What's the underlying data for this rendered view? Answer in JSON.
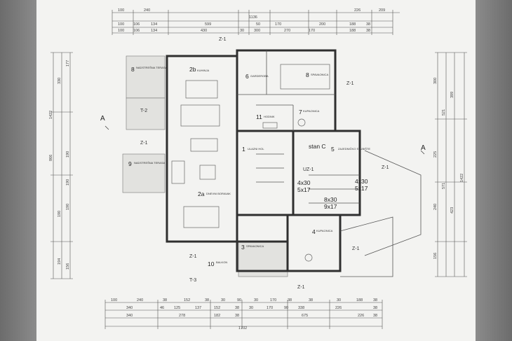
{
  "section_marks": [
    "A",
    "A"
  ],
  "dims": {
    "top": {
      "total": "1136",
      "r1": [
        "100",
        "240",
        "226",
        "209"
      ],
      "r2": [
        "100",
        "106",
        "134",
        "599",
        "50",
        "170",
        "200",
        "188",
        "38"
      ],
      "r3": [
        "100",
        "106",
        "134",
        "430",
        "30",
        "300",
        "270",
        "170",
        "188",
        "38"
      ]
    },
    "bottom": {
      "total": "1702",
      "r1": [
        "100",
        "240",
        "38",
        "152",
        "38",
        "30",
        "90",
        "30",
        "170",
        "38",
        "38",
        "30",
        "188",
        "38"
      ],
      "r2": [
        "340",
        "46",
        "125",
        "137",
        "152",
        "38",
        "30",
        "170",
        "90",
        "338",
        "226",
        "38"
      ],
      "r3": [
        "340",
        "278",
        "182",
        "38",
        "675",
        "226",
        "38"
      ]
    },
    "left": [
      "1422",
      "866",
      "330",
      "190",
      "194",
      "177",
      "190",
      "190",
      "190",
      "156"
    ],
    "right": [
      "300",
      "225",
      "240",
      "156",
      "521",
      "571",
      "399",
      "423",
      "1422"
    ]
  },
  "zones": [
    "Z-1",
    "Z-1",
    "T-2",
    "Z-1",
    "Z-1",
    "Z-1",
    "Z-1",
    "T-3",
    "Z-1",
    "UZ-1"
  ],
  "rooms": [
    {
      "num": "8",
      "name": "NADSTREŠNA TERASA"
    },
    {
      "num": "2b",
      "name": "KUHINJA"
    },
    {
      "num": "6",
      "name": "GARDEROBA"
    },
    {
      "num": "8",
      "name": "SPAVAONICA"
    },
    {
      "num": "11",
      "name": "HODNIK"
    },
    {
      "num": "7",
      "name": "KUPAONICA"
    },
    {
      "num": "1",
      "name": "ULAZNI HOL"
    },
    {
      "num": "5",
      "name": "ZAJEDNIČKO STUBIŠTE"
    },
    {
      "num": "9",
      "name": "NADSTREŠNA TERASA"
    },
    {
      "num": "2a",
      "name": "DNEVNI BORAVAK"
    },
    {
      "num": "4",
      "name": "KUPAONICA"
    },
    {
      "num": "3",
      "name": "SPAVAONICA"
    },
    {
      "num": "10",
      "name": "BALKON"
    }
  ],
  "unit_label": "stan C",
  "openings": [
    "8x30",
    "9x17",
    "4x30",
    "5x17"
  ]
}
